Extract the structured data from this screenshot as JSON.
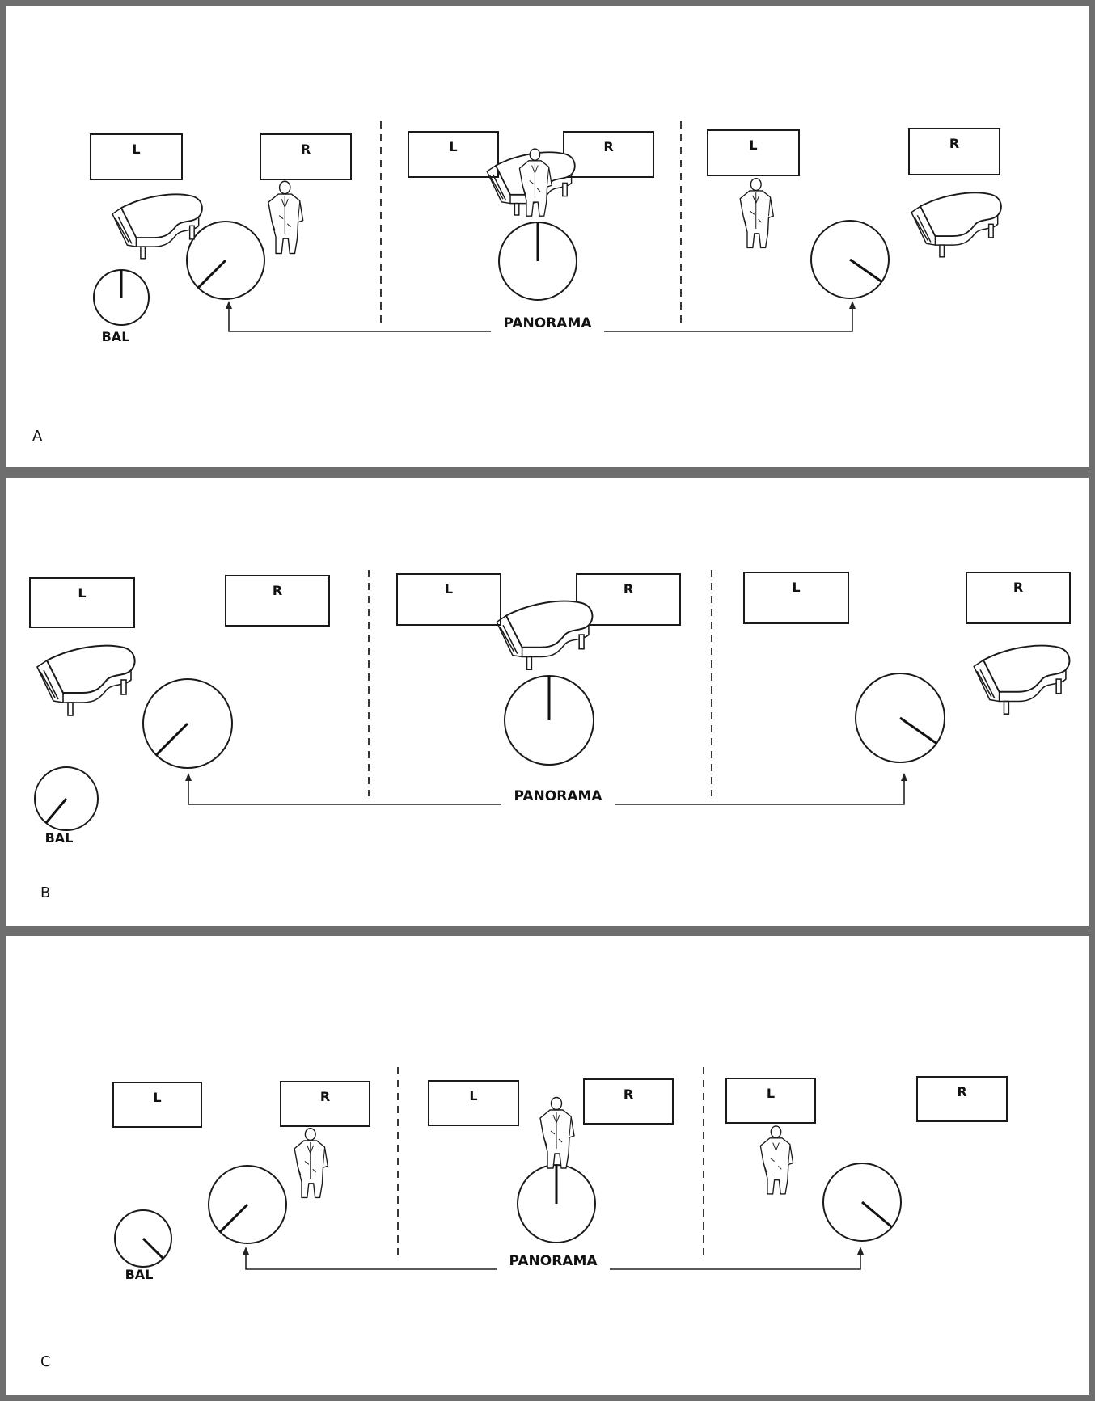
{
  "box_left_label": "L",
  "box_right_label": "R",
  "panorama_label": "PANORAMA",
  "balance_label": "BAL",
  "panels": [
    {
      "letter": "A",
      "icons": [
        "grand-piano-icon",
        "singer-icon",
        "grand-piano-icon",
        "singer-icon",
        "singer-icon",
        "grand-piano-icon"
      ]
    },
    {
      "letter": "B",
      "icons": [
        "grand-piano-icon",
        "grand-piano-icon",
        "grand-piano-icon"
      ]
    },
    {
      "letter": "C",
      "icons": [
        "singer-icon",
        "singer-icon",
        "singer-icon"
      ]
    }
  ]
}
